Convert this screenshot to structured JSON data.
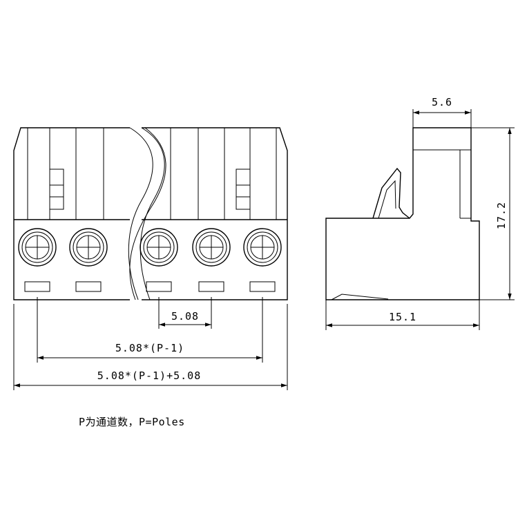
{
  "dimensions": {
    "pitch": "5.08",
    "pitch_span": "5.08*(P-1)",
    "overall_width": "5.08*(P-1)+5.08",
    "top_width": "5.6",
    "height": "17.2",
    "depth": "15.1"
  },
  "note": "P为通道数，P=Poles"
}
